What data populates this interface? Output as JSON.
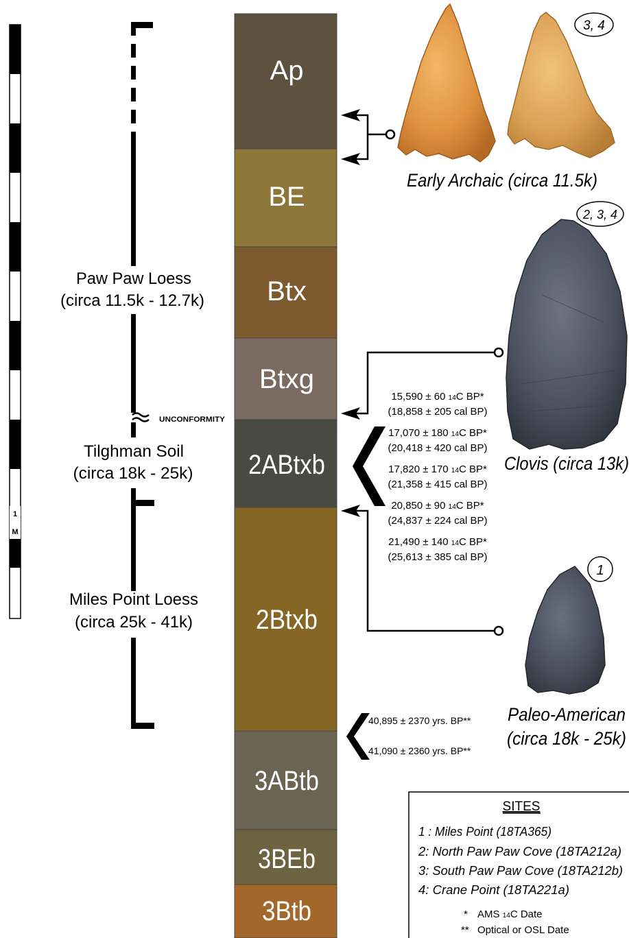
{
  "scale_bar": {
    "label_num": "1",
    "label_unit": "M"
  },
  "strata": [
    {
      "label": "Ap",
      "color": "#5e513f"
    },
    {
      "label": "BE",
      "color": "#8d7738"
    },
    {
      "label": "Btx",
      "color": "#7e5a2f"
    },
    {
      "label": "Btxg",
      "color": "#7b6a62"
    },
    {
      "label": "2ABtxb",
      "color": "#4a4a44"
    },
    {
      "label": "2Btxb",
      "color": "#856624"
    },
    {
      "label": "3ABtb",
      "color": "#6b6453"
    },
    {
      "label": "3BEb",
      "color": "#6e6341"
    },
    {
      "label": "3Btb",
      "color": "#a4672a"
    }
  ],
  "deposits": [
    {
      "name": "Paw Paw Loess",
      "range": "(circa 11.5k - 12.7k)"
    },
    {
      "name": "Tilghman Soil",
      "range": "(circa 18k - 25k)"
    },
    {
      "name": "Miles Point Loess",
      "range": "(circa 25k - 41k)"
    }
  ],
  "unconformity_label": "UNCONFORMITY",
  "ams_dates": [
    {
      "c14": "15,590 ±   60",
      "cal": "(18,858 ±  205 cal BP)"
    },
    {
      "c14": "17,070 ± 180",
      "cal": "(20,418 ±  420 cal BP)"
    },
    {
      "c14": "17,820 ± 170",
      "cal": "(21,358 ±  415 cal BP)"
    },
    {
      "c14": "20,850 ±   90",
      "cal": "(24,837 ±  224 cal BP)"
    },
    {
      "c14": "21,490 ± 140",
      "cal": "(25,613 ±  385 cal BP)"
    }
  ],
  "c14_sub": "14",
  "c14_suffix": "C BP*",
  "osl_dates": [
    "40,895 ± 2370 yrs. BP**",
    "41,090 ± 2360 yrs. BP**"
  ],
  "artifacts": [
    {
      "label": "Early Archaic (circa 11.5k)",
      "sites": "3, 4"
    },
    {
      "label": "Clovis (circa 13k)",
      "sites": "2, 3, 4"
    },
    {
      "label_line1": "Paleo-American",
      "label_line2": "(circa 18k - 25k)",
      "sites": "1"
    }
  ],
  "legend": {
    "title": "SITES",
    "items": [
      "1 :  Miles Point (18TA365)",
      "2:  North Paw Paw Cove (18TA212a)",
      "3:  South Paw Paw Cove (18TA212b)",
      "4:  Crane Point (18TA221a)"
    ],
    "note1_mark": "*",
    "note1_pre": "AMS ",
    "note1_sub": "14",
    "note1_post": "C Date",
    "note2_mark": "**",
    "note2_text": "Optical or OSL Date"
  }
}
